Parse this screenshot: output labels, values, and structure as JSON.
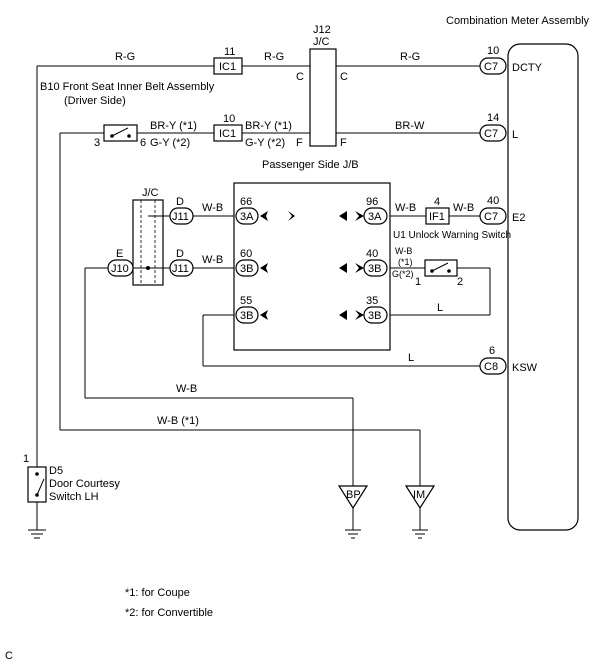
{
  "title": "Combination Meter Assembly",
  "meter_terminals": {
    "dcty": {
      "pin": "10",
      "conn": "C7",
      "name": "DCTY"
    },
    "l": {
      "pin": "14",
      "conn": "C7",
      "name": "L"
    },
    "e2": {
      "pin": "40",
      "conn": "C7",
      "name": "E2"
    },
    "ksw": {
      "pin": "6",
      "conn": "C8",
      "name": "KSW"
    }
  },
  "wires": {
    "rg1": "R-G",
    "rg2": "R-G",
    "rg3": "R-G",
    "bry1": "BR-Y (*1)",
    "gy2": "G-Y (*2)",
    "bry1b": "BR-Y (*1)",
    "gy2b": "G-Y (*2)",
    "brw": "BR-W",
    "wb1": "W-B",
    "wb2": "W-B",
    "wb3": "W-B",
    "wb4": "W-B",
    "wb5": "W-B",
    "wb6": "W-B (*1)",
    "wb_sw": "W-B",
    "wb_sw_note": "(*1)",
    "g_sw": "G(*2)",
    "l1": "L",
    "l2": "L"
  },
  "connectors": {
    "ic1_top": {
      "pin": "11",
      "label": "IC1"
    },
    "ic1_mid": {
      "pin": "10",
      "label": "IC1"
    },
    "if1": {
      "pin": "4",
      "label": "IF1"
    },
    "j11a": {
      "pin": "D",
      "label": "J11"
    },
    "j11b": {
      "pin": "D",
      "label": "J11"
    },
    "j10": {
      "pin": "E",
      "label": "J10"
    },
    "jb_3a_left": {
      "pin": "66",
      "label": "3A"
    },
    "jb_3a_right": {
      "pin": "96",
      "label": "3A"
    },
    "jb_3b_left1": {
      "pin": "60",
      "label": "3B"
    },
    "jb_3b_right1": {
      "pin": "40",
      "label": "3B"
    },
    "jb_3b_left2": {
      "pin": "55",
      "label": "3B"
    },
    "jb_3b_right2": {
      "pin": "35",
      "label": "3B"
    }
  },
  "j12": {
    "name": "J12",
    "sub": "J/C",
    "left_c": "C",
    "right_c": "C",
    "left_f": "F",
    "right_f": "F"
  },
  "jc_label": "J/C",
  "jb_label": "Passenger Side J/B",
  "b10": {
    "line1": "B10  Front Seat Inner Belt Assembly",
    "line2": "(Driver Side)",
    "pin_left": "3",
    "pin_right": "6"
  },
  "u1": {
    "label": "U1  Unlock Warning Switch",
    "pin_left": "1",
    "pin_right": "2"
  },
  "d5": {
    "pin": "1",
    "id": "D5",
    "line1": "Door Courtesy",
    "line2": "Switch LH"
  },
  "grounds": {
    "bp": "BP",
    "im": "IM"
  },
  "notes": {
    "n1": "*1: for Coupe",
    "n2": "*2: for Convertible"
  },
  "corner_letter": "C"
}
